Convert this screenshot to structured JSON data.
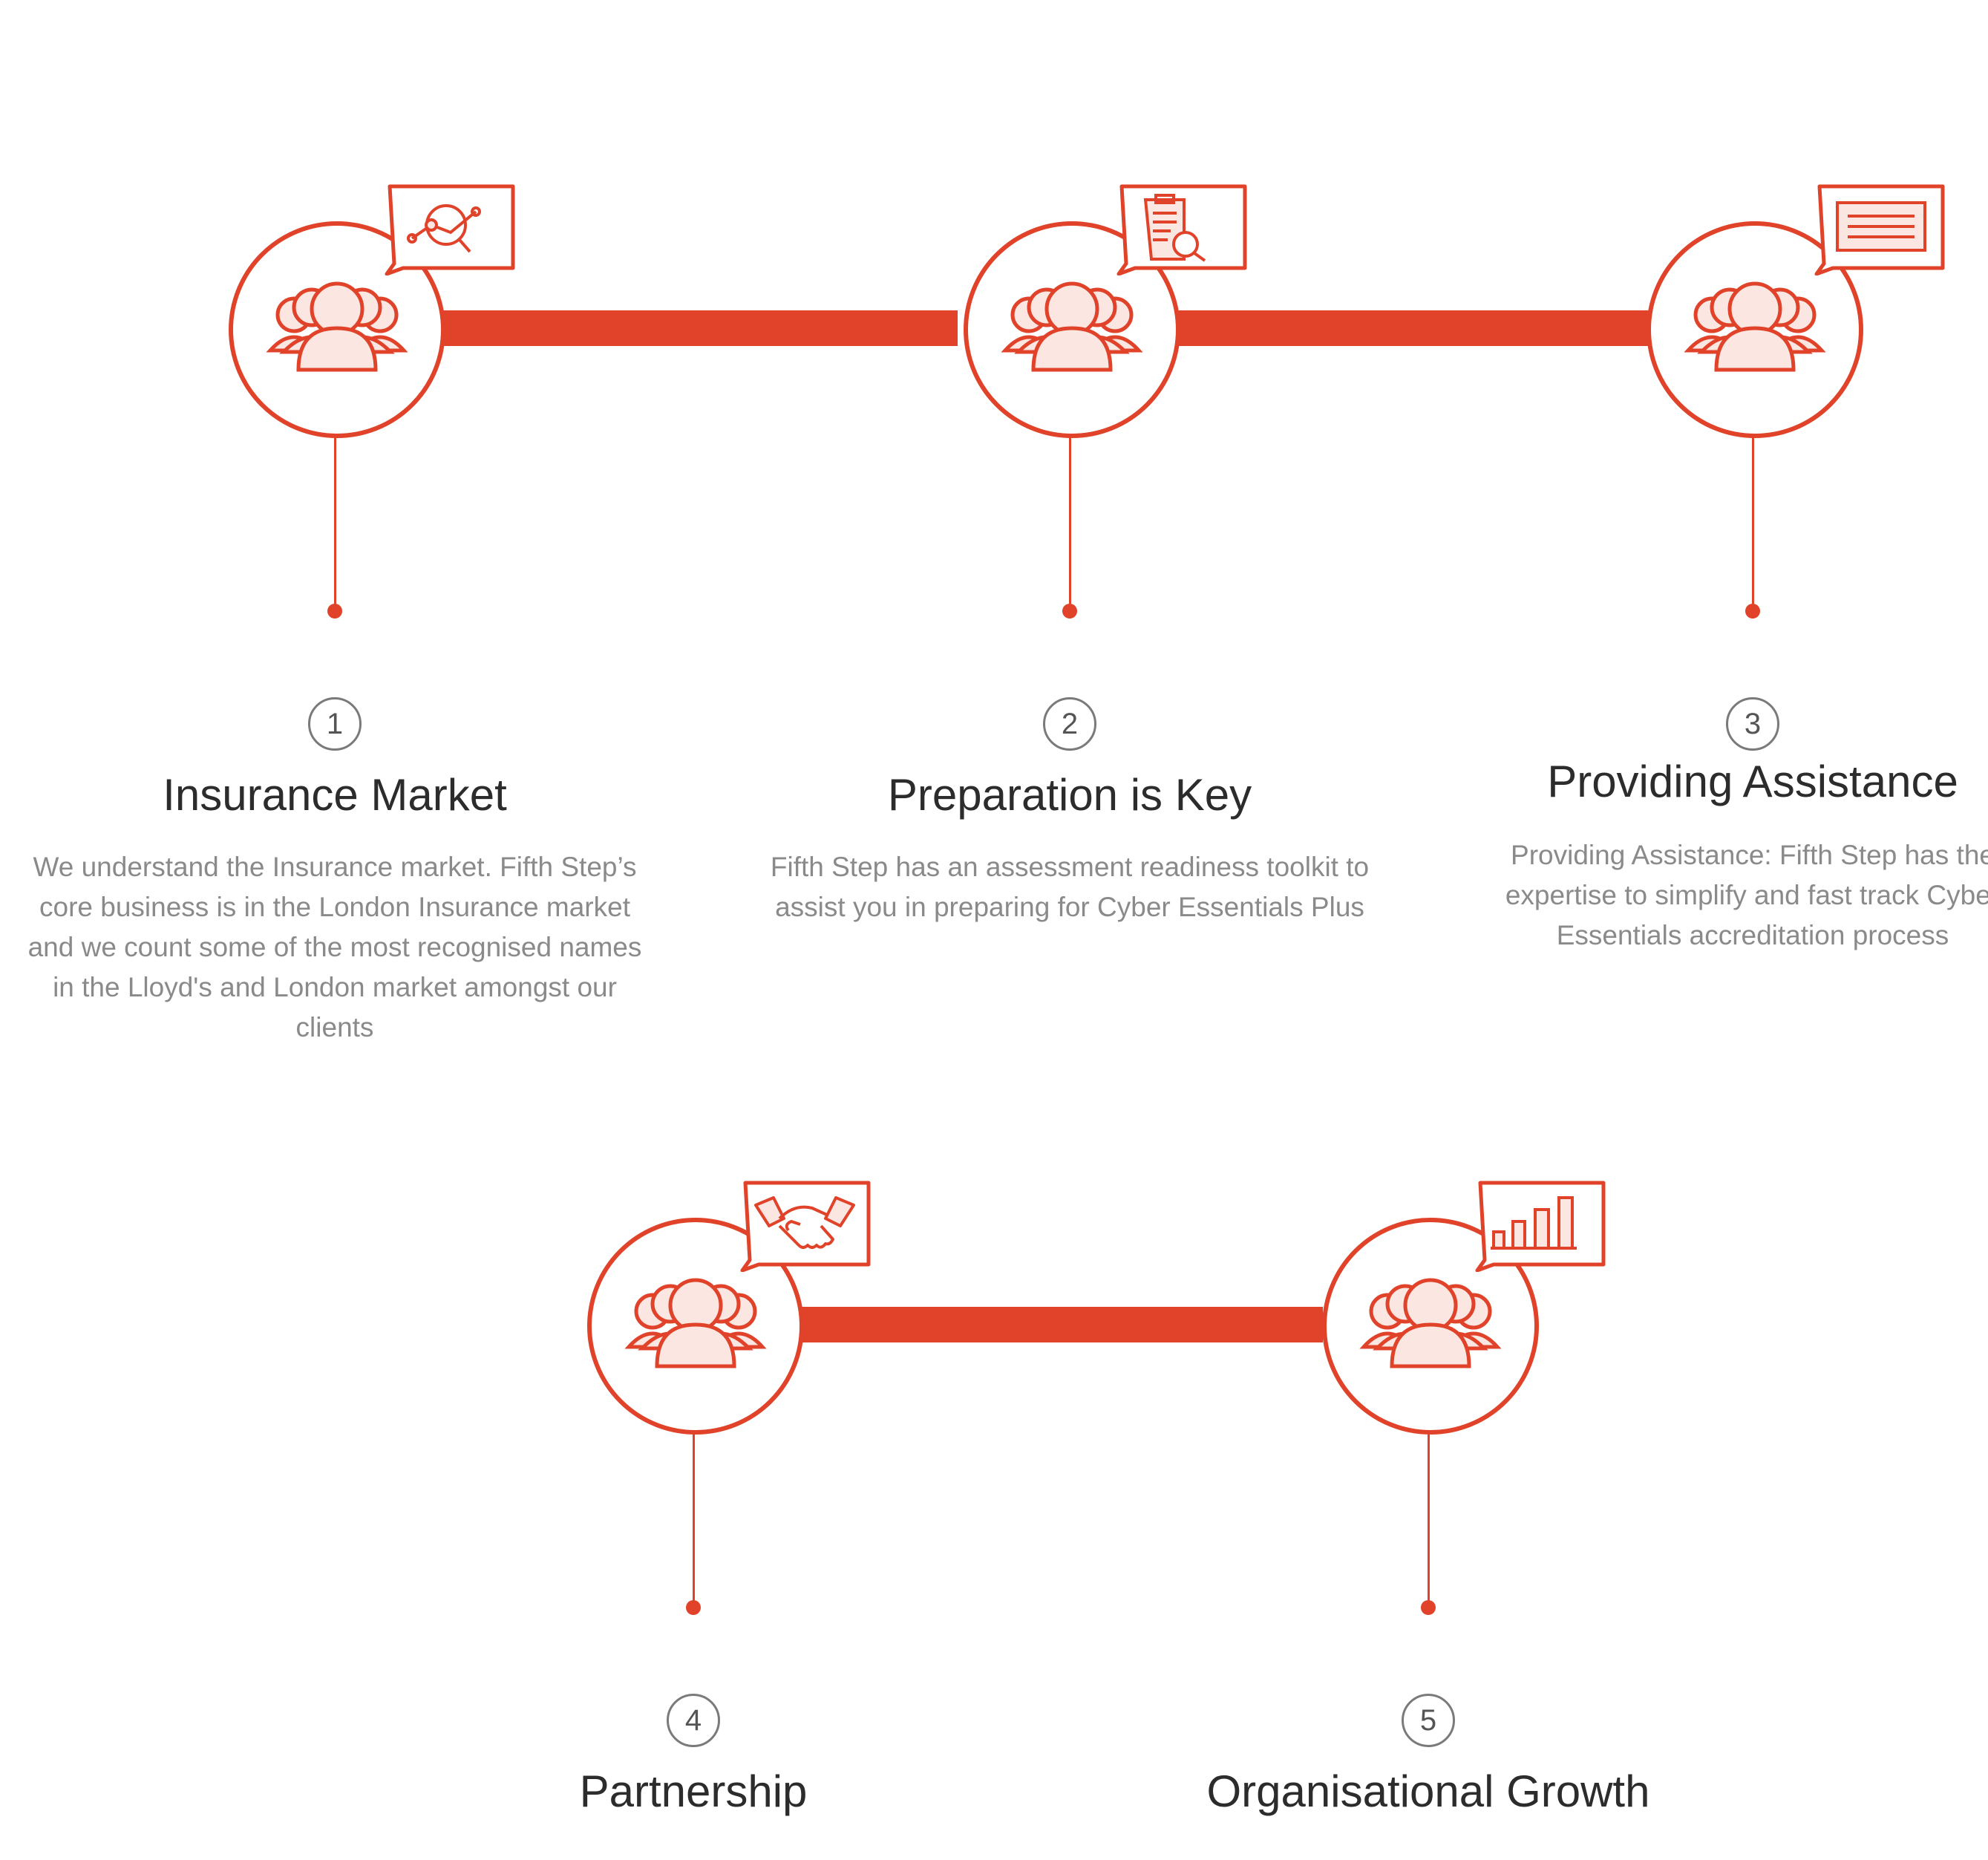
{
  "colors": {
    "accent": "#e0432a",
    "accent_light": "#fbe6e2",
    "title_text": "#2c2c2c",
    "body_text": "#8a8a8a",
    "number_ring": "#7a7a7a"
  },
  "steps": [
    {
      "number": "1",
      "title": "Insurance Market",
      "description": "We understand the Insurance market. Fifth Step’s core business is in the London Insurance market and we count some of the most recognised names in the Lloyd's and London market amongst our clients",
      "bubble_icon": "analytics-search-icon"
    },
    {
      "number": "2",
      "title": "Preparation is Key",
      "description": "Fifth Step has an assessment readiness toolkit to assist you in preparing for Cyber Essentials Plus",
      "bubble_icon": "clipboard-search-icon"
    },
    {
      "number": "3",
      "title": "Providing Assistance",
      "description": "Providing Assistance: Fifth Step has the expertise to simplify and fast track Cyber Essentials accreditation process",
      "bubble_icon": "document-lines-icon"
    },
    {
      "number": "4",
      "title": "Partnership",
      "description": "",
      "bubble_icon": "handshake-icon"
    },
    {
      "number": "5",
      "title": "Organisational Growth",
      "description": "",
      "bubble_icon": "bar-chart-icon"
    }
  ]
}
